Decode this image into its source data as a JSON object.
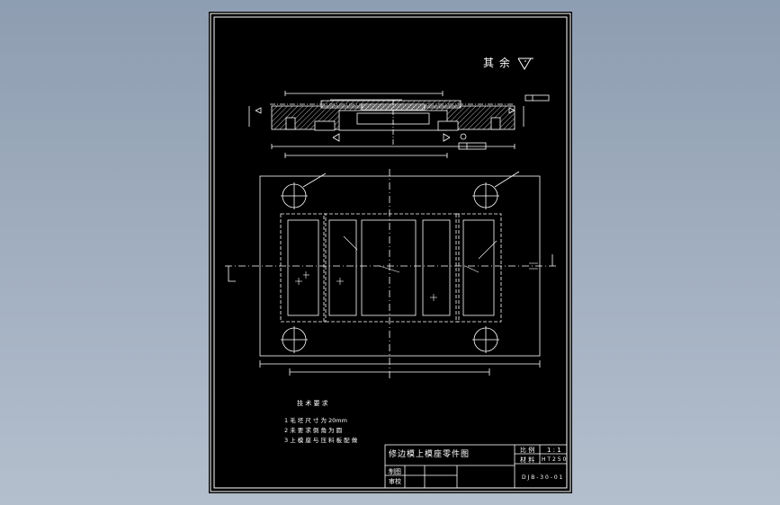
{
  "drawing": {
    "rest_surface_note": "其 余",
    "title_block": {
      "part_title": "修边模上模座零件图",
      "scale_label": "比 例",
      "scale_value": "1 : 1",
      "material_label": "材 料",
      "material_value": "H T 2 5 0",
      "drawn_label": "制图",
      "checked_label": "审校",
      "drawing_code": "D J B - 3 0 - 0 1"
    },
    "tech_requirements": {
      "title": "技 术 要 求",
      "items": [
        "1 毛 坯 尺 寸 为 20mm",
        "2 未 要 求 倒 角 为 圆",
        "3 上 模 座 与 压 料 板 配 做"
      ]
    }
  },
  "colors": {
    "desktop": "#9aa8ba",
    "sheet": "#000000",
    "lines": "#ffffff"
  }
}
